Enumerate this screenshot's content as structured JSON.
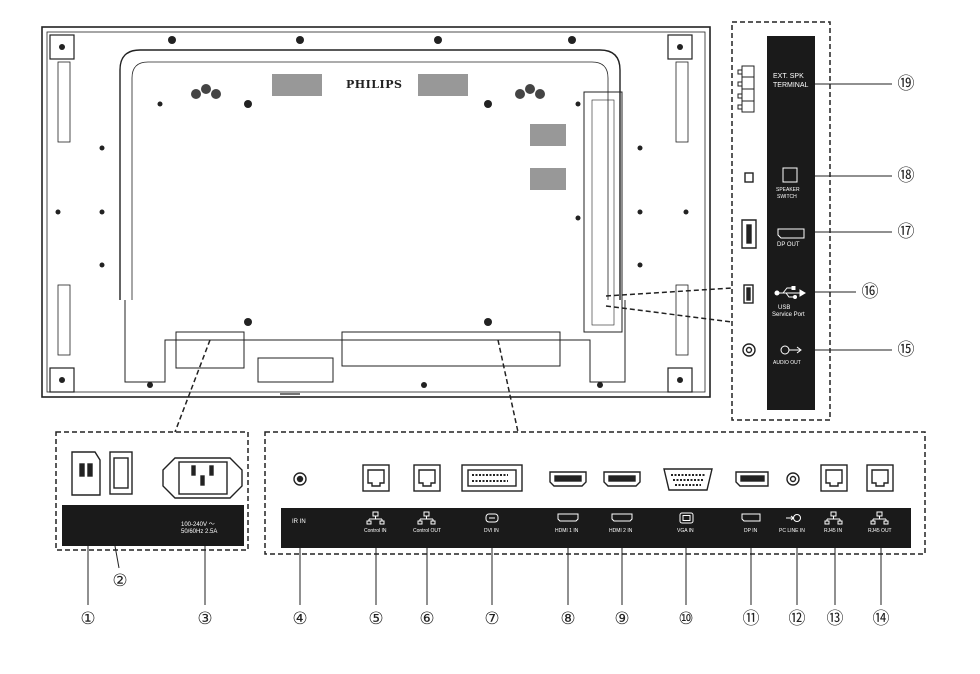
{
  "brand": "PHILIPS",
  "power_panel": {
    "rating_line1": "100-240V ～",
    "rating_line2": "50/60Hz 2.5A"
  },
  "bottom_ports": {
    "ir_in": "IR IN",
    "control_in": "Control IN",
    "control_out": "Control OUT",
    "dvi_in": "DVI IN",
    "hdmi1_in": "HDMI 1 IN",
    "hdmi2_in": "HDMI 2 IN",
    "vga_in": "VGA IN",
    "dp_in": "DP IN",
    "pc_line_in": "PC LINE IN",
    "rj45_in": "RJ45 IN",
    "rj45_out": "RJ45 OUT"
  },
  "side_ports": {
    "ext_spk_line1": "EXT. SPK",
    "ext_spk_line2": "TERMINAL",
    "speaker_switch_line1": "SPEAKER",
    "speaker_switch_line2": "SWITCH",
    "dp_out": "DP OUT",
    "usb_line1": "USB",
    "usb_line2": "Service Port",
    "audio_out": "AUDIO OUT"
  },
  "callouts": {
    "n1": "①",
    "n2": "②",
    "n3": "③",
    "n4": "④",
    "n5": "⑤",
    "n6": "⑥",
    "n7": "⑦",
    "n8": "⑧",
    "n9": "⑨",
    "n10": "⑩",
    "n11": "⑪",
    "n12": "⑫",
    "n13": "⑬",
    "n14": "⑭",
    "n15": "⑮",
    "n16": "⑯",
    "n17": "⑰",
    "n18": "⑱",
    "n19": "⑲"
  }
}
